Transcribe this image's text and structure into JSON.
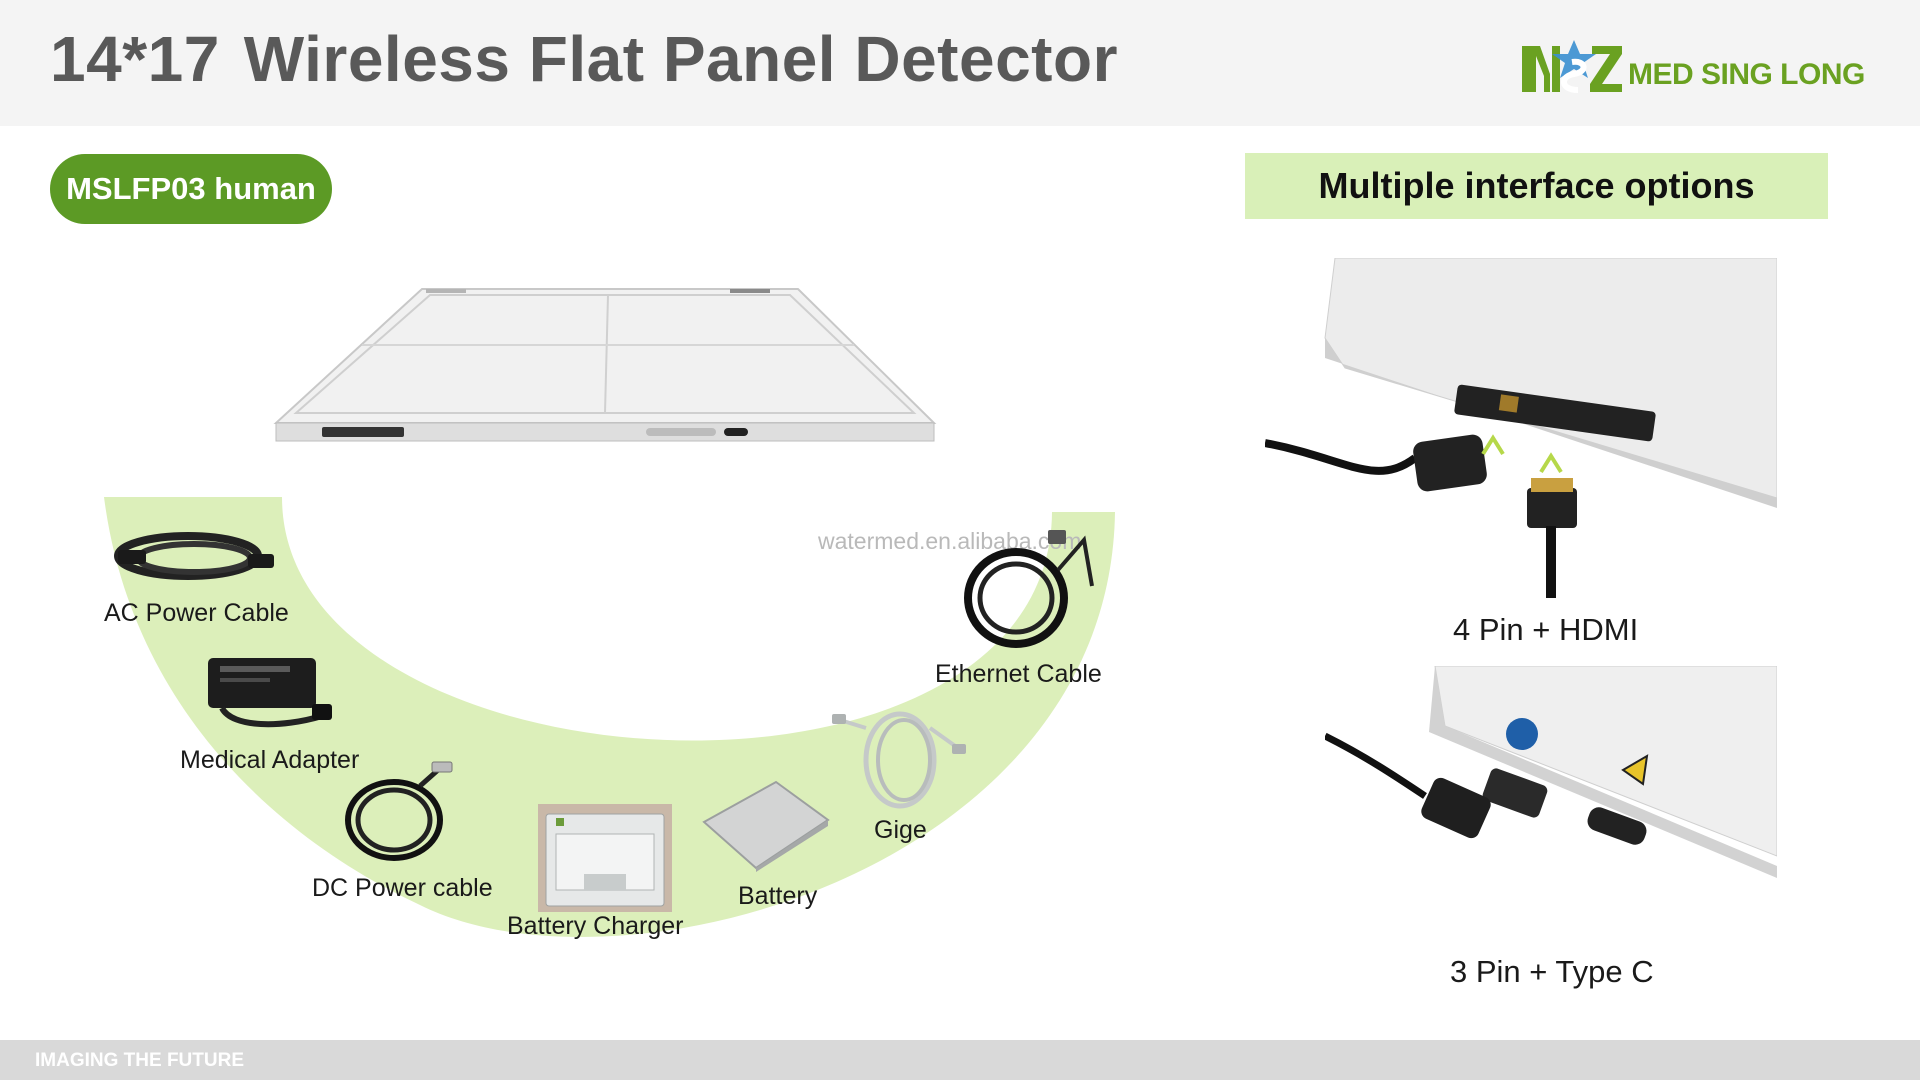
{
  "header": {
    "title_model": "14*17",
    "title_text": "Wireless Flat Panel Detector",
    "logo_text": "MED SING LONG"
  },
  "badge": {
    "model": "MSLFP03 human"
  },
  "interface_section": {
    "heading": "Multiple interface options",
    "options": [
      {
        "label": "4 Pin + HDMI"
      },
      {
        "label": "3 Pin + Type C"
      }
    ]
  },
  "watermark": "watermed.en.alibaba.com",
  "accessories": [
    {
      "label": "AC Power Cable"
    },
    {
      "label": "Medical Adapter"
    },
    {
      "label": "DC Power cable"
    },
    {
      "label": "Battery Charger"
    },
    {
      "label": "Battery"
    },
    {
      "label": "Gige"
    },
    {
      "label": "Ethernet Cable"
    }
  ],
  "footer": {
    "tagline": "IMAGING THE FUTURE"
  },
  "colors": {
    "brand_green": "#5c9a25",
    "light_green": "#d9f0b8",
    "arc_green": "#dcefba",
    "title_gray": "#595959"
  }
}
